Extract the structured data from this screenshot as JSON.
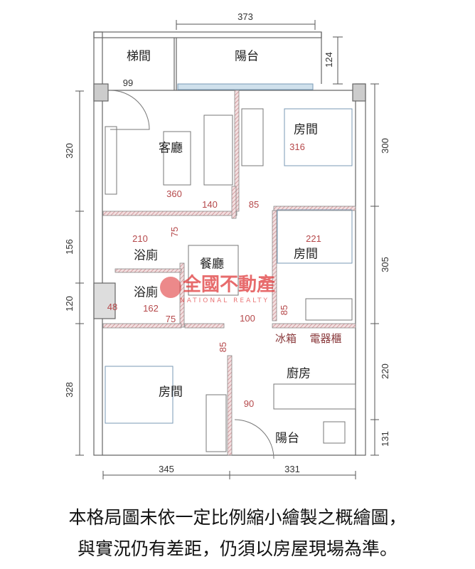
{
  "dimensions": {
    "top": "373",
    "top_right": "124",
    "left": [
      "320",
      "156",
      "120",
      "328"
    ],
    "right": [
      "300",
      "305",
      "220",
      "131"
    ],
    "bottom": [
      "345",
      "331"
    ]
  },
  "rooms": {
    "stairwell": "梯間",
    "balcony_top": "陽台",
    "living": "客廳",
    "bedroom_1": "房間",
    "bedroom_2": "房間",
    "bath_1": "浴廁",
    "bath_2": "浴廁",
    "dining": "餐廳",
    "fridge": "冰箱",
    "appliance_cabinet": "電器櫃",
    "kitchen": "廚房",
    "bedroom_3": "房間",
    "balcony_bottom": "陽台"
  },
  "inner_dims": {
    "d99": "99",
    "d360": "360",
    "d140": "140",
    "d85a": "85",
    "d316": "316",
    "d75a": "75",
    "d210": "210",
    "d221": "221",
    "d162": "162",
    "d48": "48",
    "d75b": "75",
    "d100": "100",
    "d85b": "85",
    "d85c": "85",
    "d90": "90"
  },
  "watermark": {
    "name": "全國不動產",
    "english": "NATIONAL REALTY"
  },
  "disclaimer": [
    "本格局圖未依一定比例縮小繪製之概繪圖，",
    "與實況仍有差距，仍須以房屋現場為準。"
  ],
  "colors": {
    "wall": "#666666",
    "hatch": "#c98a8e",
    "window": "#a9c7dd",
    "dim_red": "#b5484a"
  }
}
